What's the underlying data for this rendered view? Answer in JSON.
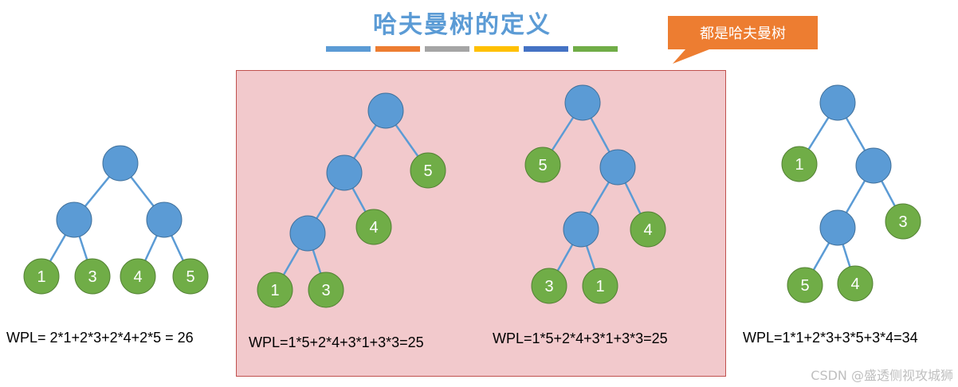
{
  "title": "哈夫曼树的定义",
  "callout": {
    "text": "都是哈夫曼树",
    "color": "#ed7d31"
  },
  "stripe_colors": [
    "#5b9bd5",
    "#ed7d31",
    "#a5a5a5",
    "#ffc000",
    "#4472c4",
    "#70ad47"
  ],
  "colors": {
    "internal_node": "#5b9bd5",
    "leaf_node": "#70ad47",
    "edge": "#5b9bd5",
    "highlight_bg": "#f2c9cc"
  },
  "trees": [
    {
      "leaves": [
        "1",
        "3",
        "4",
        "5"
      ],
      "formula": "WPL= 2*1+2*3+2*4+2*5 = 26"
    },
    {
      "leaves": [
        "5",
        "4",
        "1",
        "3"
      ],
      "formula": "WPL=1*5+2*4+3*1+3*3=25"
    },
    {
      "leaves": [
        "5",
        "4",
        "3",
        "1"
      ],
      "formula": "WPL=1*5+2*4+3*1+3*3=25"
    },
    {
      "leaves": [
        "1",
        "3",
        "5",
        "4"
      ],
      "formula": "WPL=1*1+2*3+3*5+3*4=34"
    }
  ],
  "watermark": "CSDN @盛透侧视攻城狮"
}
